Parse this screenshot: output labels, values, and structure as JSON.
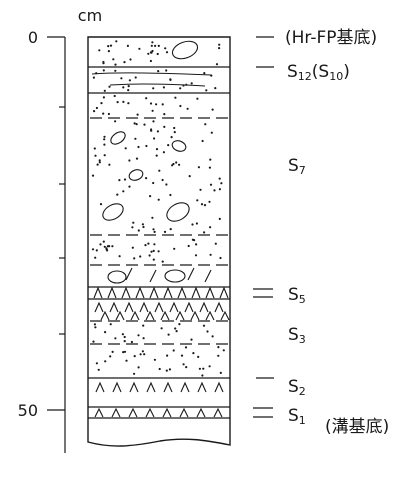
{
  "axis": {
    "unit": "cm",
    "ticks": [
      "0",
      "50"
    ]
  },
  "layers": {
    "top_label": "(Hr-FP基底)",
    "s12": {
      "main": "S",
      "sub": "12",
      "extra": "(S",
      "extra_sub": "10",
      "close": ")"
    },
    "s7": {
      "main": "S",
      "sub": "7"
    },
    "s5": {
      "main": "S",
      "sub": "5"
    },
    "s3": {
      "main": "S",
      "sub": "3"
    },
    "s2": {
      "main": "S",
      "sub": "2"
    },
    "s1": {
      "main": "S",
      "sub": "1"
    },
    "bottom_note": "(溝基底)"
  }
}
